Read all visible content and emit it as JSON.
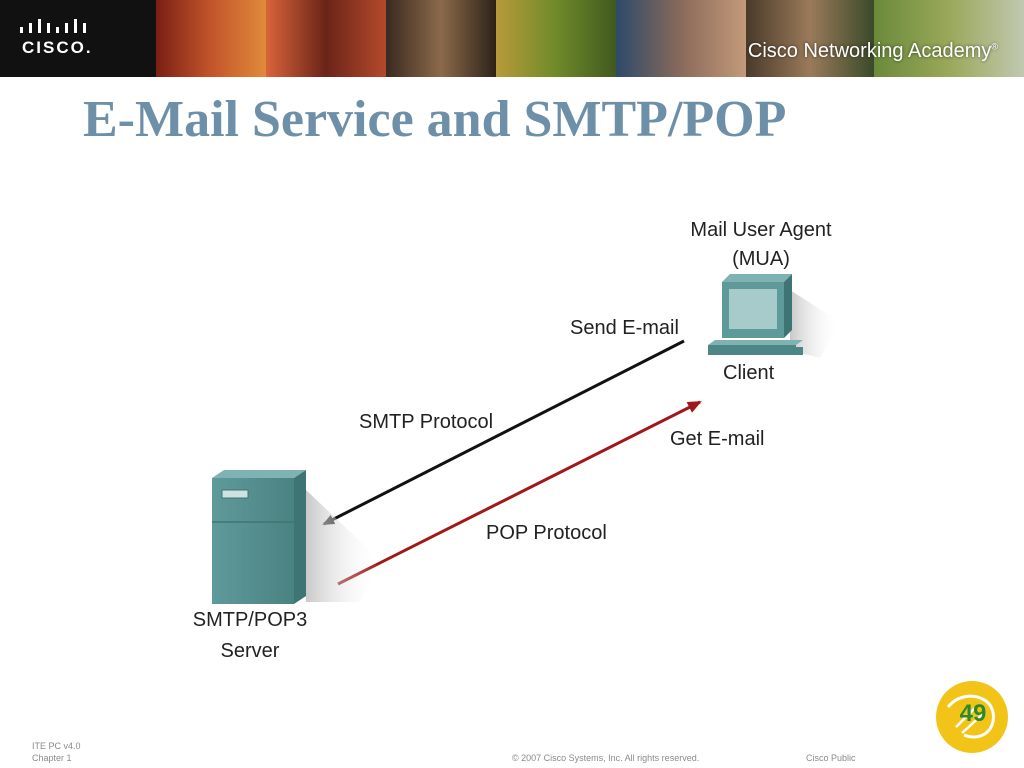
{
  "header": {
    "logo_text": "CISCO.",
    "academy_text": "Cisco Networking Academy",
    "academy_mark": "®"
  },
  "slide": {
    "title": "E-Mail Service and SMTP/POP"
  },
  "diagram": {
    "mua_label_line1": "Mail User Agent",
    "mua_label_line2": "(MUA)",
    "client_label": "Client",
    "send_label": "Send E-mail",
    "smtp_label": "SMTP Protocol",
    "get_label": "Get E-mail",
    "pop_label": "POP Protocol",
    "server_label_line1": "SMTP/POP3",
    "server_label_line2": "Server",
    "colors": {
      "smtp_arrow": "#111111",
      "pop_arrow": "#a01818",
      "device": "#5c9595"
    }
  },
  "footer": {
    "course": "ITE PC v4.0",
    "chapter": "Chapter 1",
    "copyright": "© 2007 Cisco Systems, Inc. All rights reserved.",
    "classification": "Cisco Public",
    "page_number": "49"
  }
}
